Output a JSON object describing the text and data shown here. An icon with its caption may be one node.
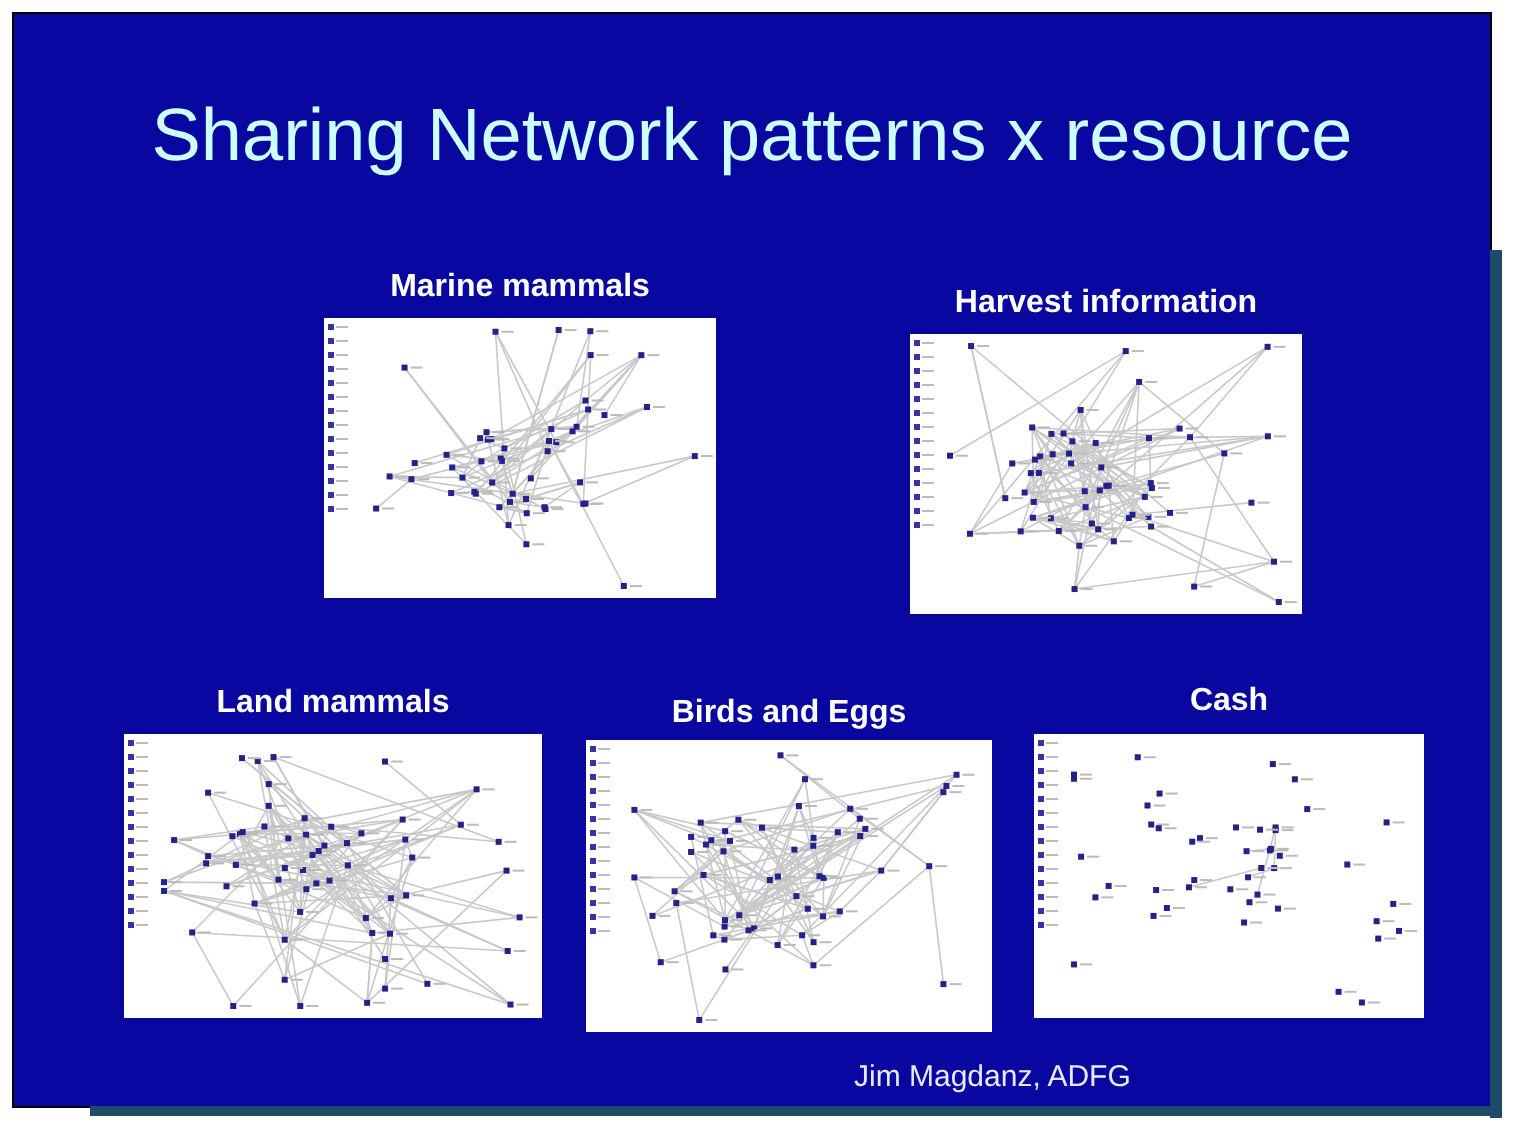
{
  "diagram": {
    "title": "Sharing Network patterns x resource",
    "nodes": [
      {
        "text": [
          "Marine mammals"
        ]
      },
      {
        "text": [
          "Harvest information"
        ]
      },
      {
        "text": [
          "Land mammals"
        ]
      },
      {
        "text": [
          "Birds and Eggs"
        ]
      },
      {
        "text": [
          "Cash"
        ]
      }
    ],
    "labels": [
      "Jim Magdanz, ADFG"
    ]
  }
}
